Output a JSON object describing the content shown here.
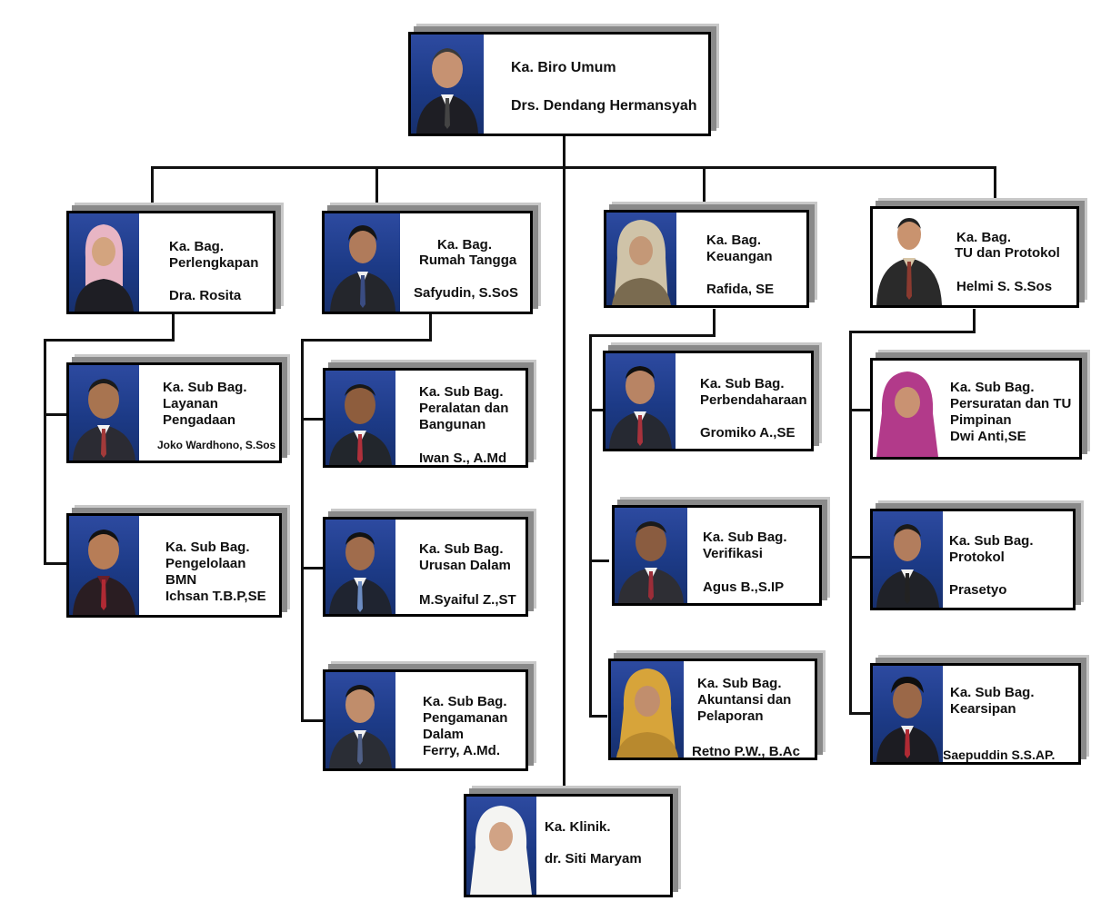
{
  "head": {
    "role": "Ka. Biro Umum",
    "name": "Drs. Dendang Hermansyah"
  },
  "departments": [
    {
      "role_lines": [
        "Ka. Bag.",
        "Perlengkapan"
      ],
      "name": "Dra. Rosita",
      "subs": [
        {
          "role_lines": [
            "Ka. Sub Bag.",
            "Layanan",
            "Pengadaan"
          ],
          "name": "Joko Wardhono, S.Sos"
        },
        {
          "role_lines": [
            "Ka. Sub Bag.",
            "Pengelolaan",
            "BMN"
          ],
          "name": "Ichsan T.B.P,SE"
        }
      ]
    },
    {
      "role_lines": [
        "Ka. Bag.",
        "Rumah Tangga"
      ],
      "name": "Safyudin, S.SoS",
      "subs": [
        {
          "role_lines": [
            "Ka. Sub Bag.",
            "Peralatan dan",
            "Bangunan"
          ],
          "name": "Iwan S., A.Md"
        },
        {
          "role_lines": [
            "Ka. Sub Bag.",
            "Urusan Dalam"
          ],
          "name": "M.Syaiful Z.,ST"
        },
        {
          "role_lines": [
            "Ka. Sub Bag.",
            "Pengamanan",
            "Dalam"
          ],
          "name": "Ferry, A.Md."
        }
      ]
    },
    {
      "role_lines": [
        "Ka. Bag.",
        "Keuangan"
      ],
      "name": "Rafida, SE",
      "subs": [
        {
          "role_lines": [
            "Ka. Sub Bag.",
            "Perbendaharaan"
          ],
          "name": "Gromiko A.,SE"
        },
        {
          "role_lines": [
            "Ka. Sub Bag.",
            "Verifikasi"
          ],
          "name": "Agus B.,S.IP"
        },
        {
          "role_lines": [
            "Ka. Sub Bag.",
            "Akuntansi dan",
            "Pelaporan"
          ],
          "name": "Retno P.W., B.Ac"
        }
      ]
    },
    {
      "role_lines": [
        "Ka. Bag.",
        "TU dan Protokol"
      ],
      "name": "Helmi S. S.Sos",
      "subs": [
        {
          "role_lines": [
            "Ka. Sub Bag.",
            "Persuratan dan TU",
            "Pimpinan"
          ],
          "name": "Dwi Anti,SE"
        },
        {
          "role_lines": [
            "Ka. Sub Bag.",
            "Protokol"
          ],
          "name": "Prasetyo"
        },
        {
          "role_lines": [
            "Ka. Sub Bag.",
            "Kearsipan"
          ],
          "name": "Saepuddin S.S.AP."
        }
      ]
    }
  ],
  "clinic": {
    "role": "Ka. Klinik.",
    "name": "dr. Siti Maryam"
  },
  "colors": {
    "photo_background": "#1c3a86",
    "connector": "#111111",
    "card_border": "#000000"
  }
}
